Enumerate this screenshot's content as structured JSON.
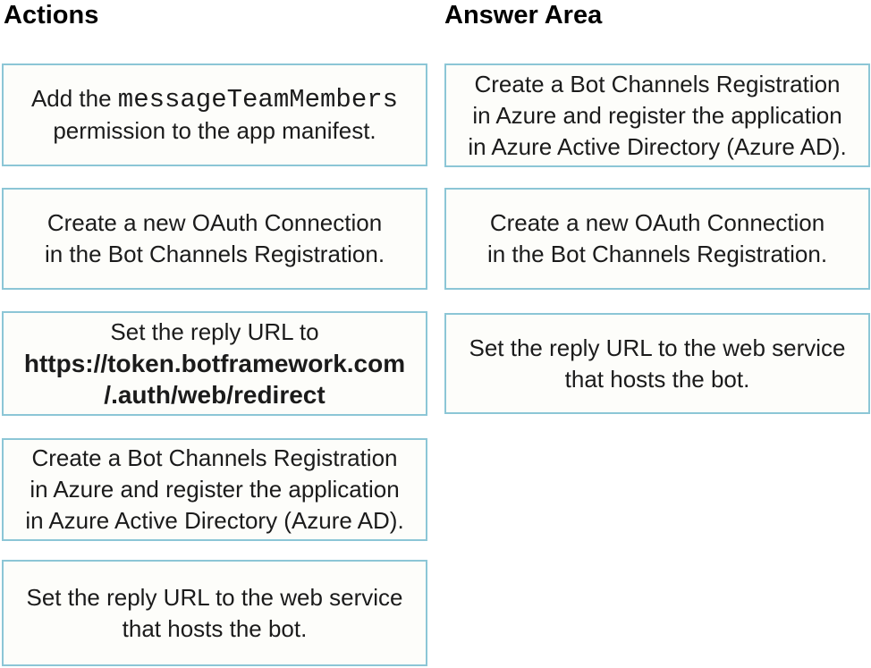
{
  "accent_border_color": "#8cc6d6",
  "headers": {
    "actions": "Actions",
    "answer_area": "Answer Area"
  },
  "actions": [
    {
      "prefix": "Add the ",
      "code": "messageTeamMembers",
      "line2": "permission to the app manifest."
    },
    {
      "lines": [
        "Create a new OAuth Connection",
        "in the Bot Channels Registration."
      ]
    },
    {
      "line1": "Set the reply URL to",
      "url_lines": [
        "https://token.botframework.com",
        "/.auth/web/redirect"
      ]
    },
    {
      "lines": [
        "Create a Bot Channels Registration",
        "in Azure and register the application",
        "in Azure Active Directory (Azure AD)."
      ]
    },
    {
      "lines": [
        "Set the reply URL to the web service",
        "that hosts the bot."
      ]
    }
  ],
  "answers": [
    {
      "lines": [
        "Create a Bot Channels Registration",
        "in Azure and register the application",
        "in Azure Active Directory (Azure AD)."
      ]
    },
    {
      "lines": [
        "Create a new OAuth Connection",
        "in the Bot Channels Registration."
      ]
    },
    {
      "lines": [
        "Set the reply URL to the web service",
        "that hosts the bot."
      ]
    }
  ]
}
